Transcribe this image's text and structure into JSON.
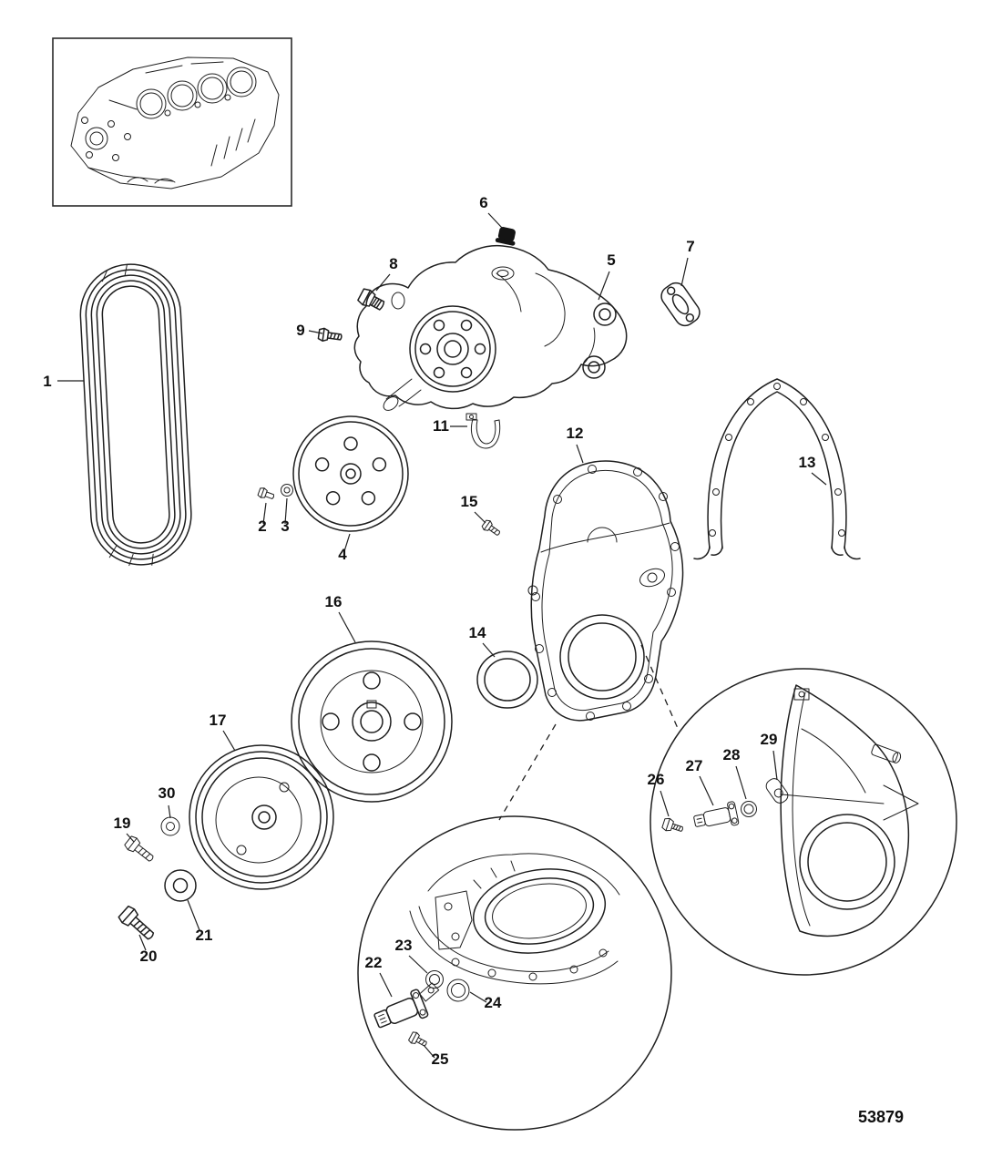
{
  "figure": {
    "number": "53879"
  },
  "colors": {
    "ink": "#1f1f1f",
    "background": "#ffffff"
  },
  "callouts": [
    {
      "label": "1"
    },
    {
      "label": "2"
    },
    {
      "label": "3"
    },
    {
      "label": "4"
    },
    {
      "label": "5"
    },
    {
      "label": "6"
    },
    {
      "label": "7"
    },
    {
      "label": "8"
    },
    {
      "label": "9"
    },
    {
      "label": "11"
    },
    {
      "label": "12"
    },
    {
      "label": "13"
    },
    {
      "label": "14"
    },
    {
      "label": "15"
    },
    {
      "label": "16"
    },
    {
      "label": "17"
    },
    {
      "label": "19"
    },
    {
      "label": "20"
    },
    {
      "label": "21"
    },
    {
      "label": "22"
    },
    {
      "label": "23"
    },
    {
      "label": "24"
    },
    {
      "label": "25"
    },
    {
      "label": "26"
    },
    {
      "label": "27"
    },
    {
      "label": "28"
    },
    {
      "label": "29"
    },
    {
      "label": "30"
    }
  ]
}
